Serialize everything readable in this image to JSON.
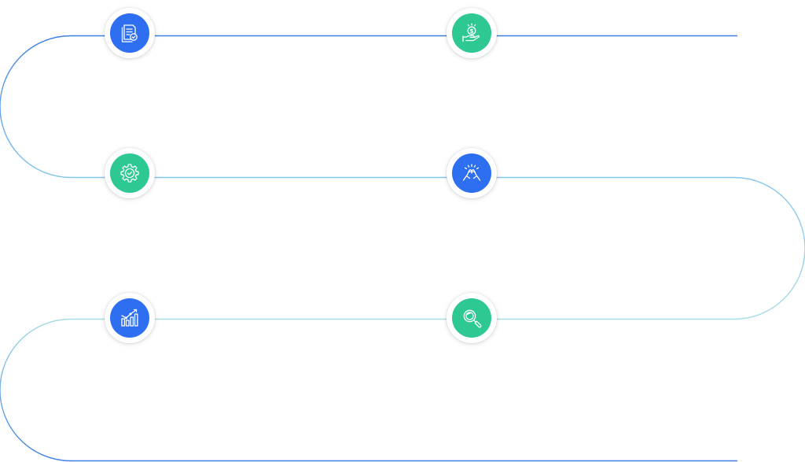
{
  "colors": {
    "blue": "#2e6ef0",
    "green": "#2ec993",
    "line_top": "#3d7fe3",
    "line_mid": "#86c6ec",
    "line_low": "#a8dde4",
    "line_bottom": "#3d7fe3"
  },
  "steps": [
    {
      "icon": "checklist-document-icon",
      "color": "blue"
    },
    {
      "icon": "coin-in-hand-icon",
      "color": "green"
    },
    {
      "icon": "gear-check-icon",
      "color": "green"
    },
    {
      "icon": "handshake-icon",
      "color": "blue"
    },
    {
      "icon": "growth-chart-icon",
      "color": "blue"
    },
    {
      "icon": "magnifier-icon",
      "color": "green"
    }
  ]
}
